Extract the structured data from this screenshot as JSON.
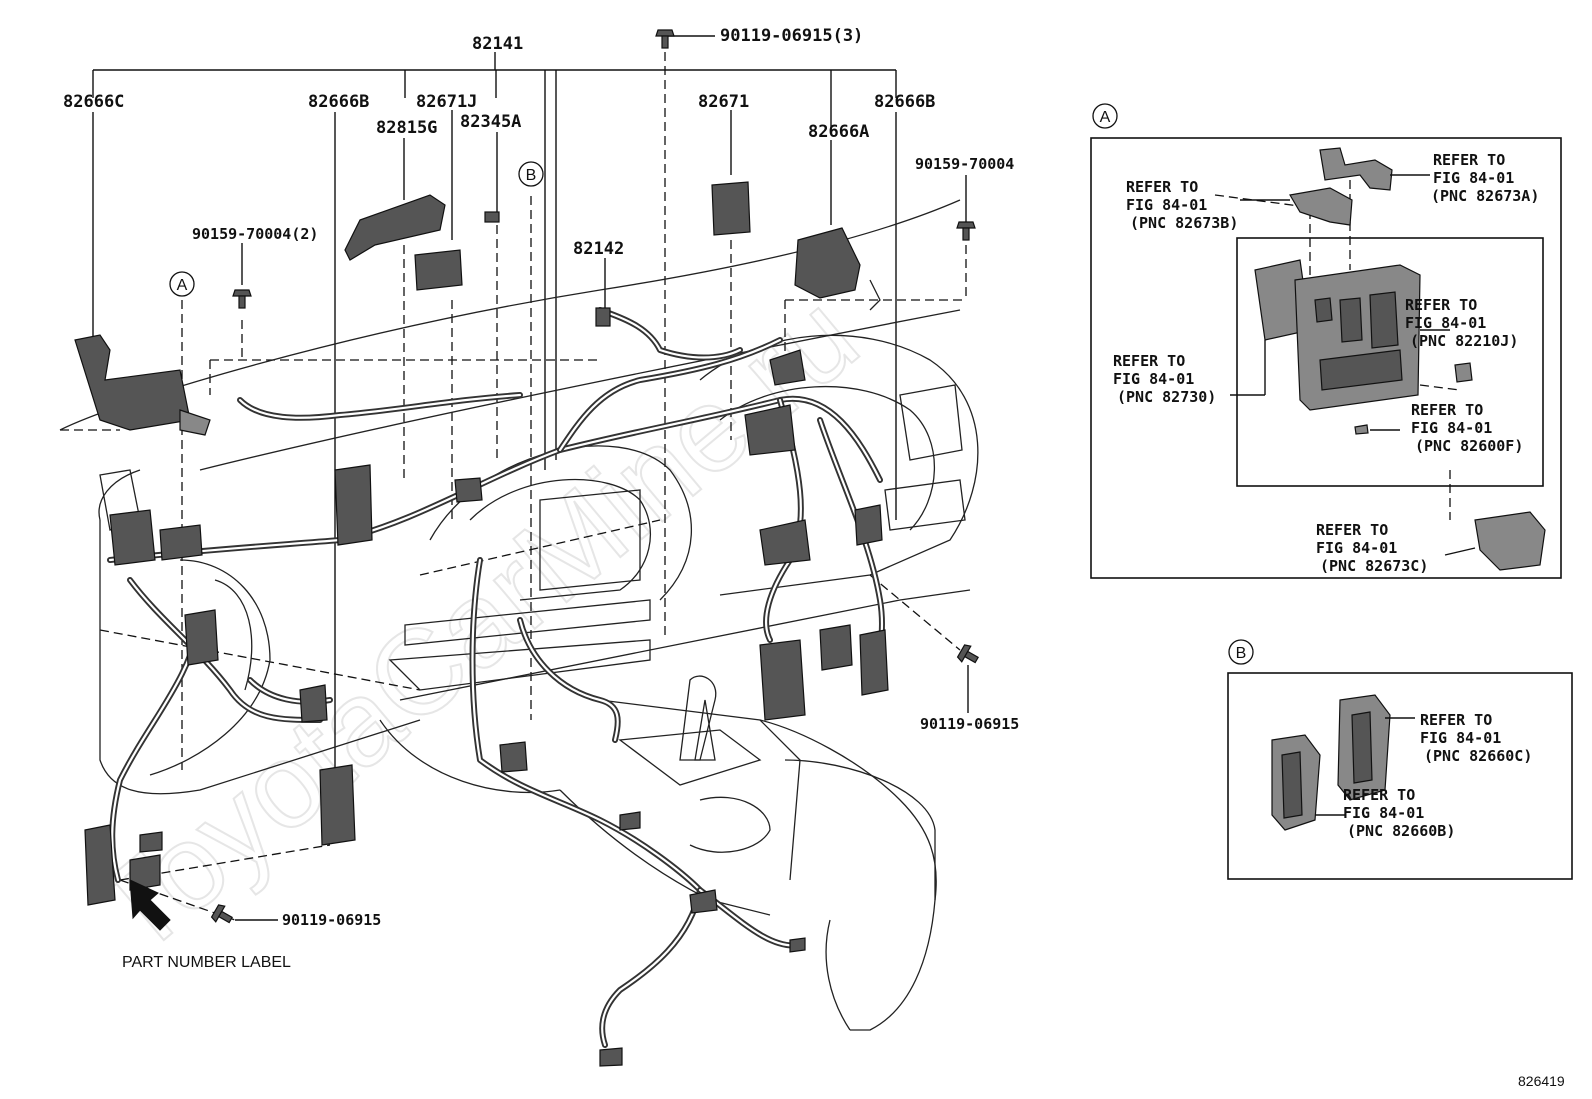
{
  "watermark": "ToyotaCarMine.ru",
  "callouts": {
    "p82141": "82141",
    "p90119_06915_3": "90119-06915(3)",
    "p82666C": "82666C",
    "p82666B_left": "82666B",
    "p82671J": "82671J",
    "p82815G": "82815G",
    "p82345A": "82345A",
    "p82671": "82671",
    "p82666A": "82666A",
    "p82666B_right": "82666B",
    "p90159_70004": "90159-70004",
    "p90159_70004_2": "90159-70004(2)",
    "p82142": "82142",
    "p90119_06915_right": "90119-06915",
    "p90119_06915_bottom": "90119-06915"
  },
  "markers": {
    "a": "A",
    "b": "B"
  },
  "part_number_label": "PART NUMBER LABEL",
  "detail_a": {
    "marker": "A",
    "refs": [
      {
        "line1": "REFER TO",
        "line2": "FIG 84-01",
        "line3": "(PNC 82673A)"
      },
      {
        "line1": "REFER TO",
        "line2": "FIG 84-01",
        "line3": "(PNC 82673B)"
      },
      {
        "line1": "REFER TO",
        "line2": "FIG 84-01",
        "line3": "(PNC 82210J)"
      },
      {
        "line1": "REFER TO",
        "line2": "FIG 84-01",
        "line3": "(PNC 82730)"
      },
      {
        "line1": "REFER TO",
        "line2": "FIG 84-01",
        "line3": "(PNC 82600F)"
      },
      {
        "line1": "REFER TO",
        "line2": "FIG 84-01",
        "line3": "(PNC 82673C)"
      }
    ]
  },
  "detail_b": {
    "marker": "B",
    "refs": [
      {
        "line1": "REFER TO",
        "line2": "FIG 84-01",
        "line3": "(PNC 82660C)"
      },
      {
        "line1": "REFER TO",
        "line2": "FIG 84-01",
        "line3": "(PNC 82660B)"
      }
    ]
  },
  "figure_code": "826419"
}
